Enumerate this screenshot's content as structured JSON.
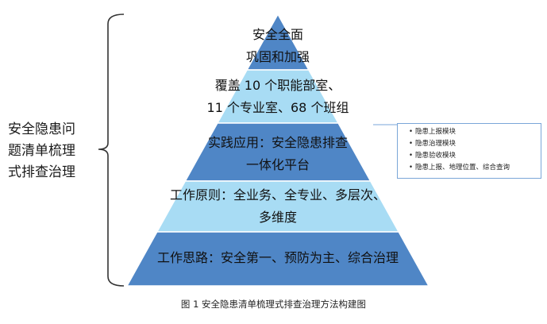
{
  "side_label": [
    "安全隐患问",
    "题清单梳理",
    "式排查治理"
  ],
  "tiers": [
    {
      "lines": [
        "安全全面",
        "巩固和加强"
      ],
      "fill": "#4f86c6"
    },
    {
      "lines": [
        "覆盖 10 个职能部室、",
        "11 个专业室、68 个班组"
      ],
      "fill": "#a8dcf4"
    },
    {
      "lines": [
        "实践应用：安全隐患排查",
        "一体化平台"
      ],
      "fill": "#4f86c6"
    },
    {
      "lines": [
        "工作原则：全业务、全专业、多层次、",
        "多维度"
      ],
      "fill": "#a8dcf4"
    },
    {
      "lines": [
        "工作思路：安全第一、预防为主、综合治理"
      ],
      "fill": "#4f86c6"
    }
  ],
  "callout_items": [
    "隐患上报模块",
    "隐患治理模块",
    "隐患验收模块",
    "隐患上报、地理位置、综合查询"
  ],
  "caption": "图 1 安全隐患清单梳理式排查治理方法构建图",
  "colors": {
    "dark_blue": "#4f86c6",
    "light_blue": "#a8dcf4",
    "callout_border": "#7aa6d8"
  }
}
